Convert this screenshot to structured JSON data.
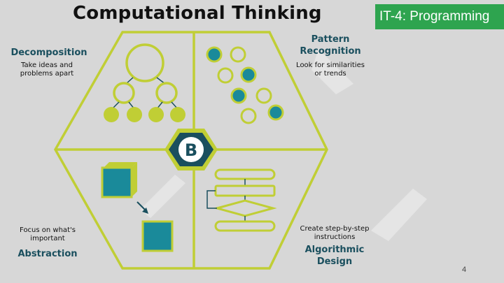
{
  "slide": {
    "title": "Computational Thinking",
    "course_badge": "IT-4: Programming",
    "page_number": "4"
  },
  "quadrants": {
    "decomposition": {
      "label": "Decomposition",
      "desc_line1": "Take ideas and",
      "desc_line2": "problems apart"
    },
    "pattern": {
      "label_line1": "Pattern",
      "label_line2": "Recognition",
      "desc_line1": "Look for similarities",
      "desc_line2": "or trends"
    },
    "abstraction": {
      "label": "Abstraction",
      "desc_line1": "Focus on what's",
      "desc_line2": "important"
    },
    "algorithmic": {
      "label_line1": "Algorithmic",
      "label_line2": "Design",
      "desc_line1": "Create step-by-step",
      "desc_line2": "instructions"
    }
  },
  "center_logo": {
    "letter": "B",
    "icon": "b-hexagon-logo-icon"
  },
  "colors": {
    "outline": "#c0ce35",
    "teal": "#1a8a9a",
    "navy": "#1a4f5e",
    "badge": "#2ea44f",
    "background": "#d7d7d7"
  }
}
